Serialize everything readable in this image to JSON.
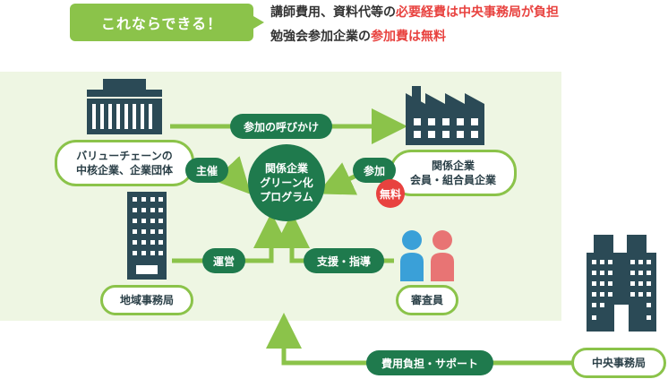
{
  "callout": {
    "label": "これならできる！"
  },
  "notes": {
    "line1": {
      "prefix": "講師費用、資料代等の",
      "highlight": "必要経費は中央事務局が負担"
    },
    "line2": {
      "prefix": "勉強会参加企業の",
      "highlight": "参加費は無料"
    }
  },
  "nodes": {
    "value_chain": {
      "line1": "バリューチェーンの",
      "line2": "中核企業、企業団体"
    },
    "related": {
      "line1": "関係企業",
      "line2": "会員・組合員企業"
    },
    "regional_office": "地域事務局",
    "examiners": "審査員",
    "central_office": "中央事務局",
    "program": {
      "line1": "関係企業",
      "line2": "グリーン化",
      "line3": "プログラム"
    }
  },
  "edge_labels": {
    "invite": "参加の呼びかけ",
    "host": "主催",
    "join": "参加",
    "free": "無料",
    "operate": "運営",
    "support": "支援・指導",
    "cost": "費用負担・サポート"
  },
  "colors": {
    "green": "#8bc34a",
    "dark_green": "#1f7a4d",
    "navy": "#2b4a56",
    "red": "#e8423f",
    "blue": "#3aa0d8",
    "pink": "#e87474",
    "panel": "#eef6e3"
  },
  "icons": [
    "building-icon",
    "factory-icon",
    "tower-icon",
    "person-icon",
    "office-building-icon"
  ]
}
